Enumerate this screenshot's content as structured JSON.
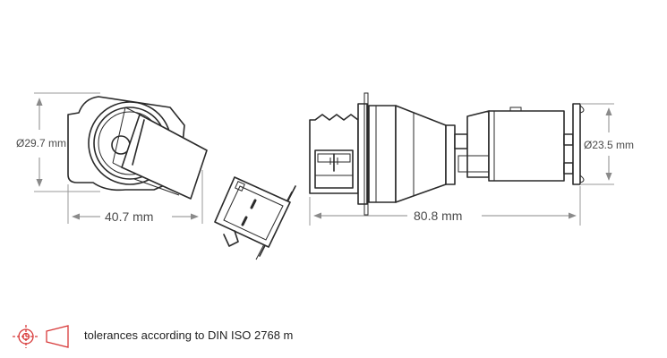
{
  "dimensions": {
    "left_diameter": "Ø29.7 mm",
    "left_width": "40.7 mm",
    "right_length": "80.8 mm",
    "right_diameter": "Ø23.5 mm"
  },
  "footer": {
    "tolerance_note": "tolerances according to DIN ISO 2768 m",
    "symbol_icon": "projection-method-icon"
  }
}
